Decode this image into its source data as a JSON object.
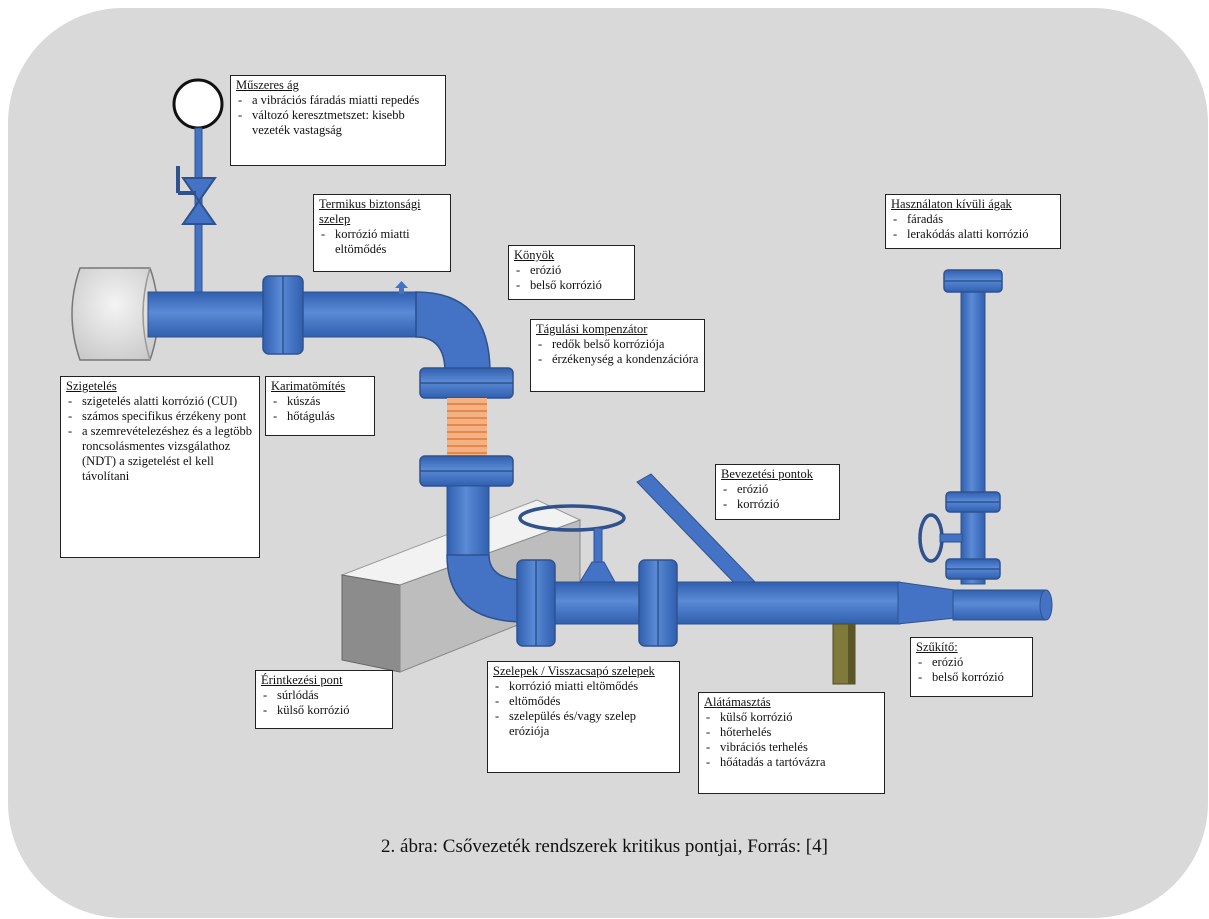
{
  "callouts": {
    "muszeres": {
      "title": "Műszeres ág",
      "items": [
        "a vibrációs fáradás miatti repedés",
        "változó keresztmetszet: kisebb vezeték vastagság"
      ]
    },
    "termikus": {
      "title": "Termikus biztonsági szelep",
      "items": [
        "korrózió miatti eltömődés"
      ]
    },
    "konyok": {
      "title": "Könyök",
      "items": [
        "erózió",
        "belső korrózió"
      ]
    },
    "tagulasi": {
      "title": "Tágulási kompenzátor",
      "items": [
        "redők belső korróziója",
        "érzékenység a kondenzációra"
      ]
    },
    "hasznalaton": {
      "title": "Használaton kívüli ágak",
      "items": [
        "fáradás",
        "lerakódás alatti korrózió"
      ]
    },
    "szigeteles": {
      "title": "Szigetelés",
      "items": [
        "szigetelés alatti korrózió (CUI)",
        "számos specifikus érzékeny pont",
        "a szemrevételezéshez és a legtöbb roncsolásmentes vizsgálathoz (NDT) a szigetelést el kell távolítani"
      ]
    },
    "karimatomites": {
      "title": "Karimatömítés",
      "items": [
        "kúszás",
        "hőtágulás"
      ]
    },
    "bevezetesi": {
      "title": "Bevezetési pontok",
      "items": [
        "erózió",
        "korrózió"
      ]
    },
    "erintkezesi": {
      "title": "Érintkezési pont",
      "items": [
        "súrlódás",
        "külső korrózió"
      ]
    },
    "szelepek": {
      "title": "Szelepek / Visszacsapó szelepek",
      "items": [
        "korrózió miatti eltömődés",
        "eltömődés",
        "szelepülés és/vagy szelep eróziója"
      ]
    },
    "alatamasztas": {
      "title": "Alátámasztás",
      "items": [
        "külső korrózió",
        "hőterhelés",
        "vibrációs terhelés",
        "hőátadás a tartóvázra"
      ]
    },
    "szukito": {
      "title": "Szűkítő:",
      "items": [
        "erózió",
        "belső korrózió"
      ]
    }
  },
  "caption": "2. ábra: Csővezeték rendszerek kritikus pontjai, Forrás: [4]",
  "colors": {
    "pipe": "#4472c4",
    "pipe_edge": "#2f528f",
    "bellows": "#f4b183",
    "panel": "#d9d9d9"
  }
}
